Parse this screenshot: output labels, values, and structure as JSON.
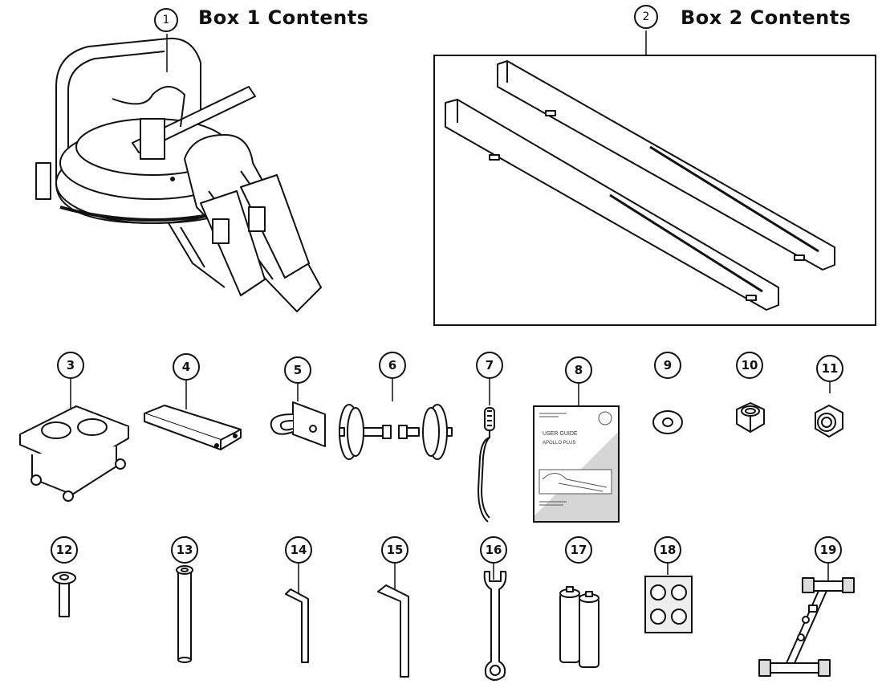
{
  "boxes": [
    {
      "number": "1",
      "title": "Box 1 Contents"
    },
    {
      "number": "2",
      "title": "Box 2 Contents"
    }
  ],
  "parts": [
    "3",
    "4",
    "5",
    "6",
    "7",
    "8",
    "9",
    "10",
    "11",
    "12",
    "13",
    "14",
    "15",
    "16",
    "17",
    "18",
    "19"
  ],
  "user_guide": {
    "title": "USER GUIDE",
    "model": "APOLLO PLUS"
  },
  "icons": [
    "rower-main-frame-icon",
    "rail-pair-icon",
    "seat-icon",
    "bracket-icon",
    "footplate-hook-icon",
    "wheel-assembly-icon",
    "cable-icon",
    "user-guide-icon",
    "washer-icon",
    "nut-icon",
    "lock-nut-icon",
    "bolt-icon",
    "long-bolt-icon",
    "small-allen-key-icon",
    "large-allen-key-icon",
    "spanner-icon",
    "batteries-icon",
    "pads-sheet-icon",
    "stand-frame-icon"
  ]
}
